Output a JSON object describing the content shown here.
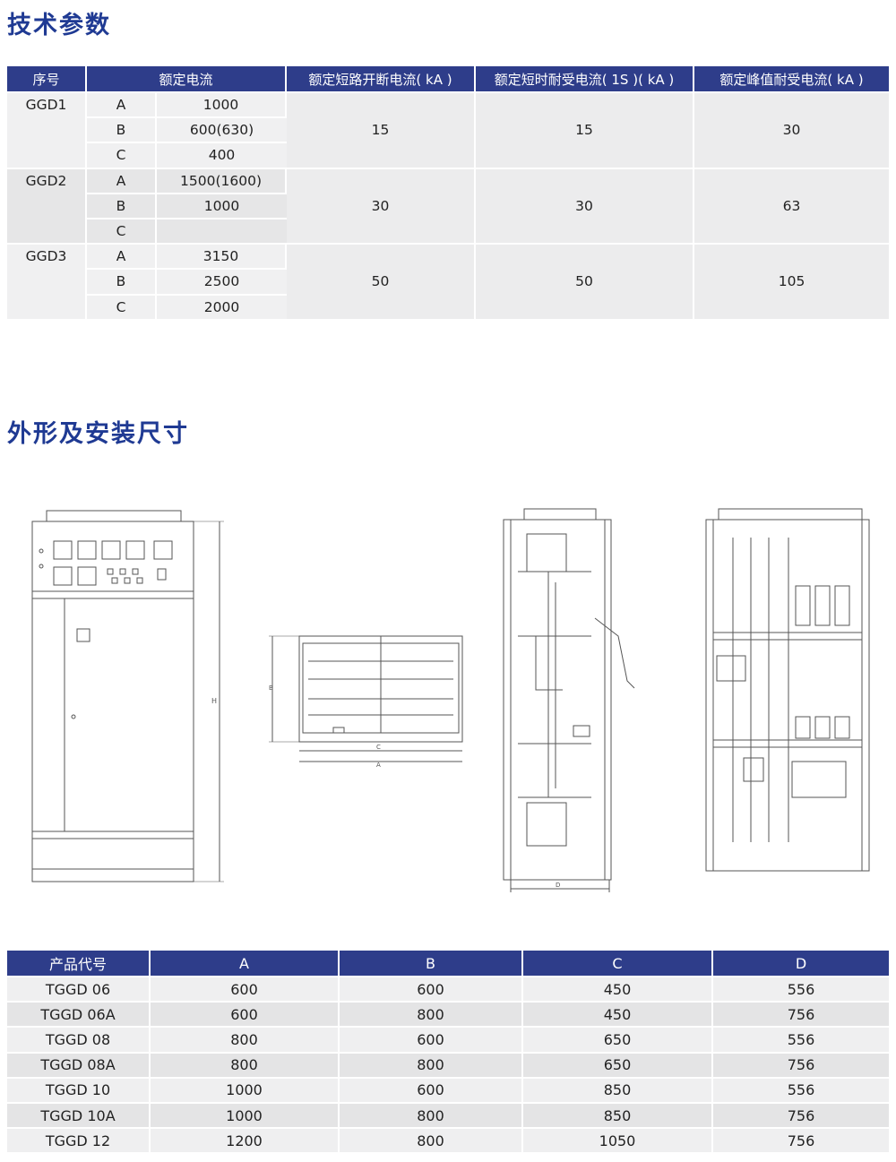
{
  "section1": {
    "title": "技术参数"
  },
  "spec_table": {
    "headers": [
      "序号",
      "额定电流",
      "额定短路开断电流( kA )",
      "额定短时耐受电流( 1S )( kA )",
      "额定峰值耐受电流( kA )"
    ],
    "groups": [
      {
        "model": "GGD1",
        "rows": [
          {
            "grade": "A",
            "current": "1000"
          },
          {
            "grade": "B",
            "current": "600(630)"
          },
          {
            "grade": "C",
            "current": "400"
          }
        ],
        "breaking": "15",
        "short_time": "15",
        "peak": "30"
      },
      {
        "model": "GGD2",
        "rows": [
          {
            "grade": "A",
            "current": "1500(1600)"
          },
          {
            "grade": "B",
            "current": "1000"
          },
          {
            "grade": "C",
            "current": ""
          }
        ],
        "breaking": "30",
        "short_time": "30",
        "peak": "63"
      },
      {
        "model": "GGD3",
        "rows": [
          {
            "grade": "A",
            "current": "3150"
          },
          {
            "grade": "B",
            "current": "2500"
          },
          {
            "grade": "C",
            "current": "2000"
          }
        ],
        "breaking": "50",
        "short_time": "50",
        "peak": "105"
      }
    ]
  },
  "section2": {
    "title": "外形及安装尺寸"
  },
  "drawing_labels": {
    "height_dim": "H",
    "width_dim": "A",
    "depth_dim": "C",
    "side_dim": "B",
    "base_dim": "D"
  },
  "dim_table": {
    "headers": [
      "产品代号",
      "A",
      "B",
      "C",
      "D"
    ],
    "rows": [
      [
        "TGGD 06",
        "600",
        "600",
        "450",
        "556"
      ],
      [
        "TGGD 06A",
        "600",
        "800",
        "450",
        "756"
      ],
      [
        "TGGD 08",
        "800",
        "600",
        "650",
        "556"
      ],
      [
        "TGGD 08A",
        "800",
        "800",
        "650",
        "756"
      ],
      [
        "TGGD 10",
        "1000",
        "600",
        "850",
        "556"
      ],
      [
        "TGGD 10A",
        "1000",
        "800",
        "850",
        "756"
      ],
      [
        "TGGD 12",
        "1200",
        "800",
        "1050",
        "756"
      ]
    ]
  }
}
